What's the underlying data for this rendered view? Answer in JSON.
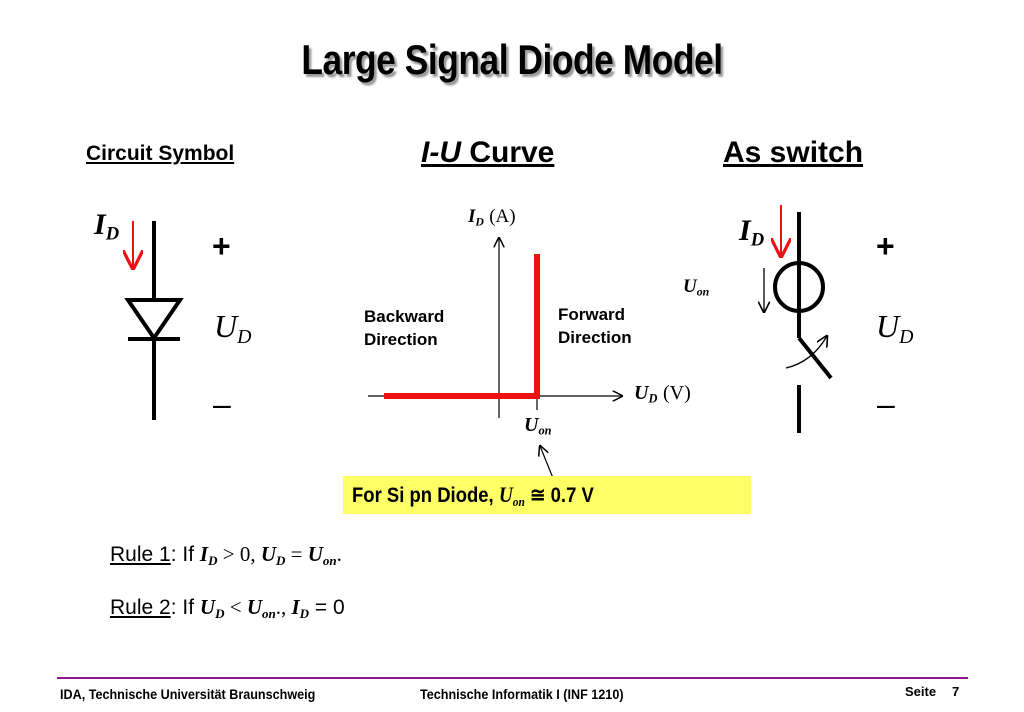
{
  "title": "Large Signal Diode Model",
  "sections": {
    "circuit_symbol": "Circuit Symbol",
    "iu_curve_italic": "I-U",
    "iu_curve_rest": " Curve",
    "as_switch": "As switch"
  },
  "symbols": {
    "I": "I",
    "U": "U",
    "D": "D",
    "on": "on",
    "plus": "+",
    "minus": "–"
  },
  "curve": {
    "y_axis_unit": "(A)",
    "x_axis_unit": "(V)",
    "backward_label": [
      "Backward",
      "Direction"
    ],
    "forward_label": [
      "Forward",
      "Direction"
    ]
  },
  "note": {
    "prefix": "For Si pn Diode, ",
    "suffix": " ≅ 0.7 V"
  },
  "rules": [
    {
      "label": "Rule 1",
      "colon_if": ":  If ",
      "a": " > 0, ",
      "b": " = ",
      "end": "."
    },
    {
      "label": "Rule 2",
      "colon_if": ":  If ",
      "a": " < ",
      "b": "., ",
      "end": " = 0"
    }
  ],
  "footer": {
    "left": "IDA, Technische Universität Braunschweig",
    "center": "Technische Informatik I (INF 1210)",
    "page_label": "Seite",
    "page_number": "7"
  },
  "colors": {
    "accent_red": "#ee1111",
    "note_background": "#ffff66",
    "footer_line": "#8e1a8e"
  }
}
